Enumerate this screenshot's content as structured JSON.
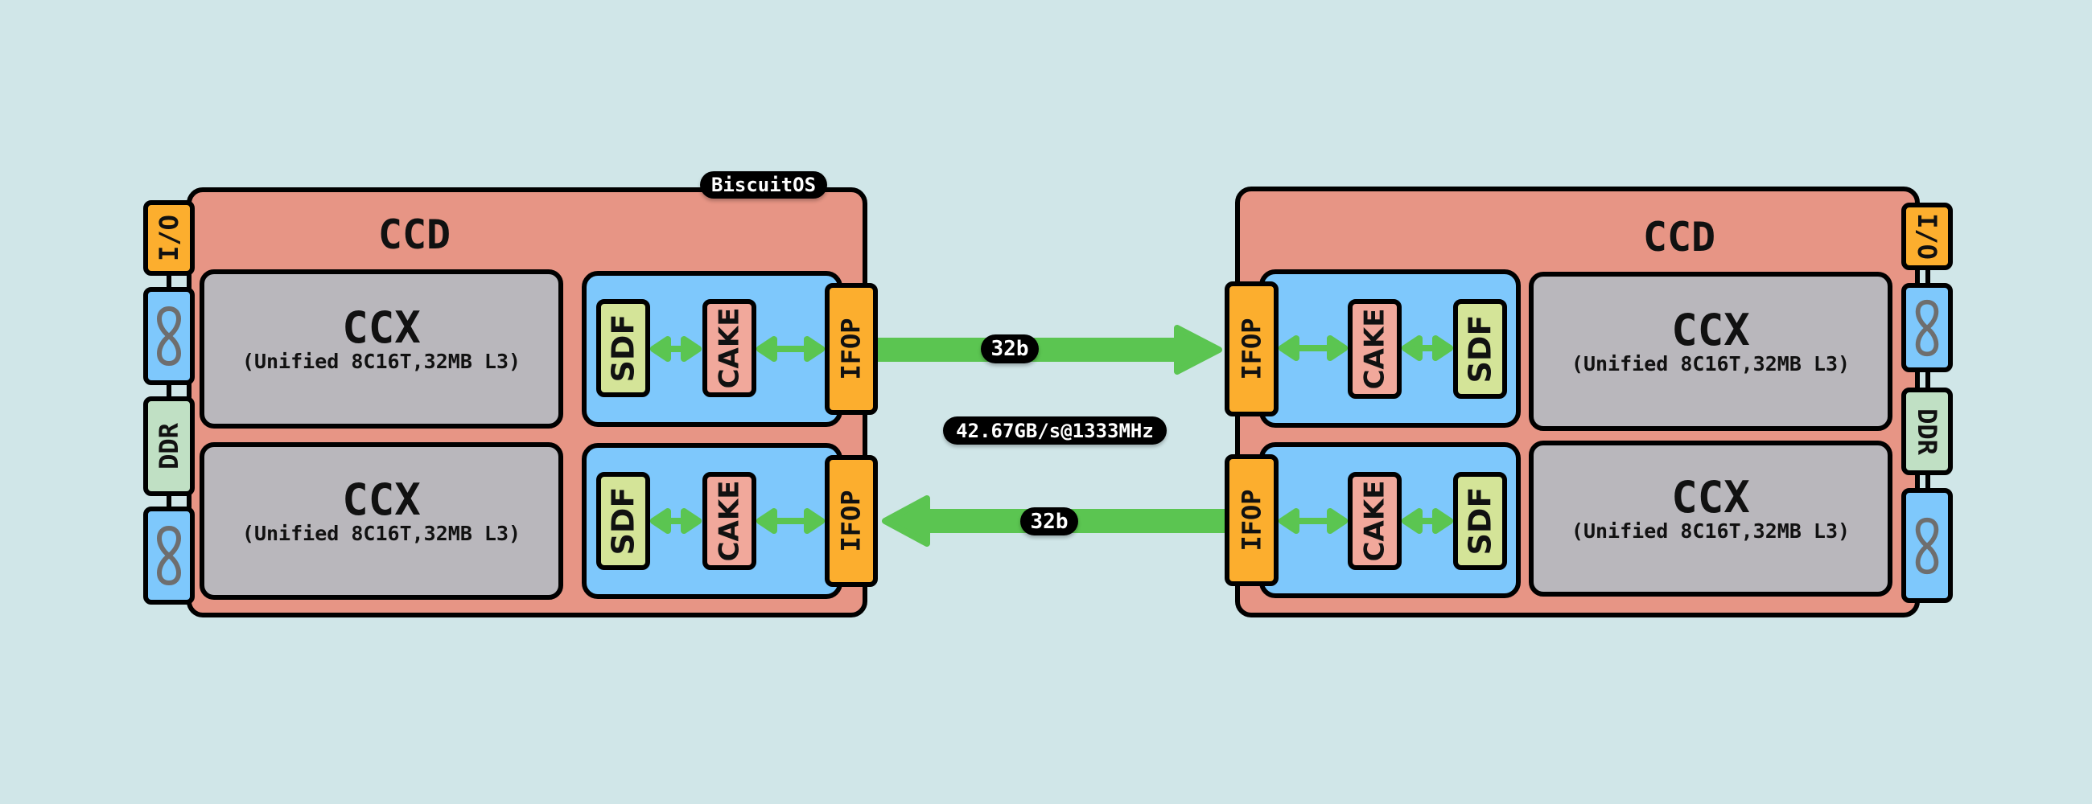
{
  "watermark": "BiscuitOS",
  "colors": {
    "background": "#d0e6e8",
    "ccd": "#e79585",
    "ccx": "#b9b7bc",
    "fabric_panel": "#7ec8fc",
    "sdf": "#d4e498",
    "cake": "#f1a89b",
    "ifop": "#fcae2e",
    "ddr": "#c0e0c4",
    "link": "#5bc551"
  },
  "left_ccd": {
    "title": "CCD",
    "side_tabs": [
      {
        "label": "I/O",
        "type": "io"
      },
      {
        "label": "∞",
        "type": "infinity-icon"
      },
      {
        "label": "DDR",
        "type": "ddr"
      },
      {
        "label": "∞",
        "type": "infinity-icon"
      }
    ],
    "ccx": [
      {
        "title": "CCX",
        "subtitle": "(Unified 8C16T,32MB L3)"
      },
      {
        "title": "CCX",
        "subtitle": "(Unified 8C16T,32MB L3)"
      }
    ],
    "fabric": [
      {
        "sdf": "SDF",
        "cake": "CAKE",
        "ifop": "IFOP"
      },
      {
        "sdf": "SDF",
        "cake": "CAKE",
        "ifop": "IFOP"
      }
    ]
  },
  "right_ccd": {
    "title": "CCD",
    "side_tabs": [
      {
        "label": "I/O",
        "type": "io"
      },
      {
        "label": "∞",
        "type": "infinity-icon"
      },
      {
        "label": "DDR",
        "type": "ddr"
      },
      {
        "label": "∞",
        "type": "infinity-icon"
      }
    ],
    "ccx": [
      {
        "title": "CCX",
        "subtitle": "(Unified 8C16T,32MB L3)"
      },
      {
        "title": "CCX",
        "subtitle": "(Unified 8C16T,32MB L3)"
      }
    ],
    "fabric": [
      {
        "sdf": "SDF",
        "cake": "CAKE",
        "ifop": "IFOP"
      },
      {
        "sdf": "SDF",
        "cake": "CAKE",
        "ifop": "IFOP"
      }
    ]
  },
  "links": {
    "top_width": "32b",
    "bottom_width": "32b",
    "bandwidth": "42.67GB/s@1333MHz"
  }
}
